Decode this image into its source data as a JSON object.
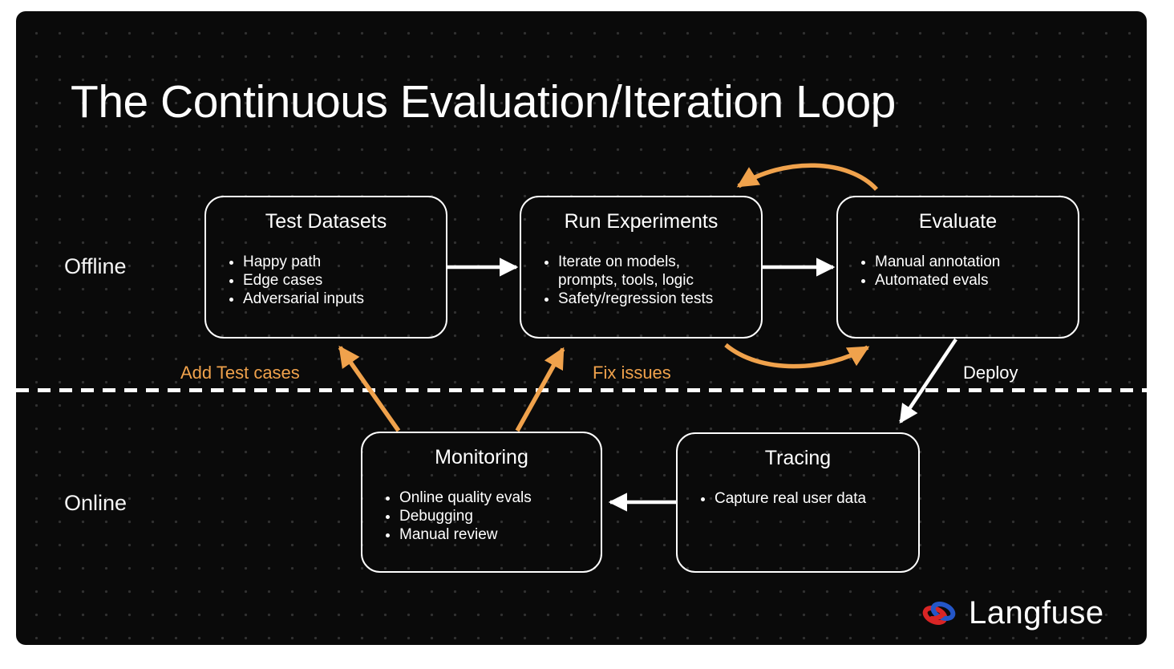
{
  "title": "The Continuous Evaluation/Iteration Loop",
  "sections": {
    "offline": "Offline",
    "online": "Online"
  },
  "boxes": [
    {
      "title": "Test Datasets",
      "bullets": [
        "Happy path",
        "Edge cases",
        "Adversarial inputs"
      ]
    },
    {
      "title": "Run Experiments",
      "bullets": [
        "Iterate on models, prompts, tools, logic",
        "Safety/regression tests"
      ]
    },
    {
      "title": "Evaluate",
      "bullets": [
        "Manual annotation",
        "Automated evals"
      ]
    },
    {
      "title": "Monitoring",
      "bullets": [
        "Online quality evals",
        "Debugging",
        "Manual review"
      ]
    },
    {
      "title": "Tracing",
      "bullets": [
        "Capture real user data"
      ]
    }
  ],
  "edge_labels": {
    "add_test_cases": "Add Test cases",
    "fix_issues": "Fix issues",
    "deploy": "Deploy"
  },
  "logo": {
    "text": "Langfuse"
  },
  "colors": {
    "accent_orange": "#F0A24C",
    "arrow_white": "#FFFFFF",
    "slide_background": "#0A0A0A",
    "logo_red": "#D92525",
    "logo_blue": "#2456C8"
  }
}
